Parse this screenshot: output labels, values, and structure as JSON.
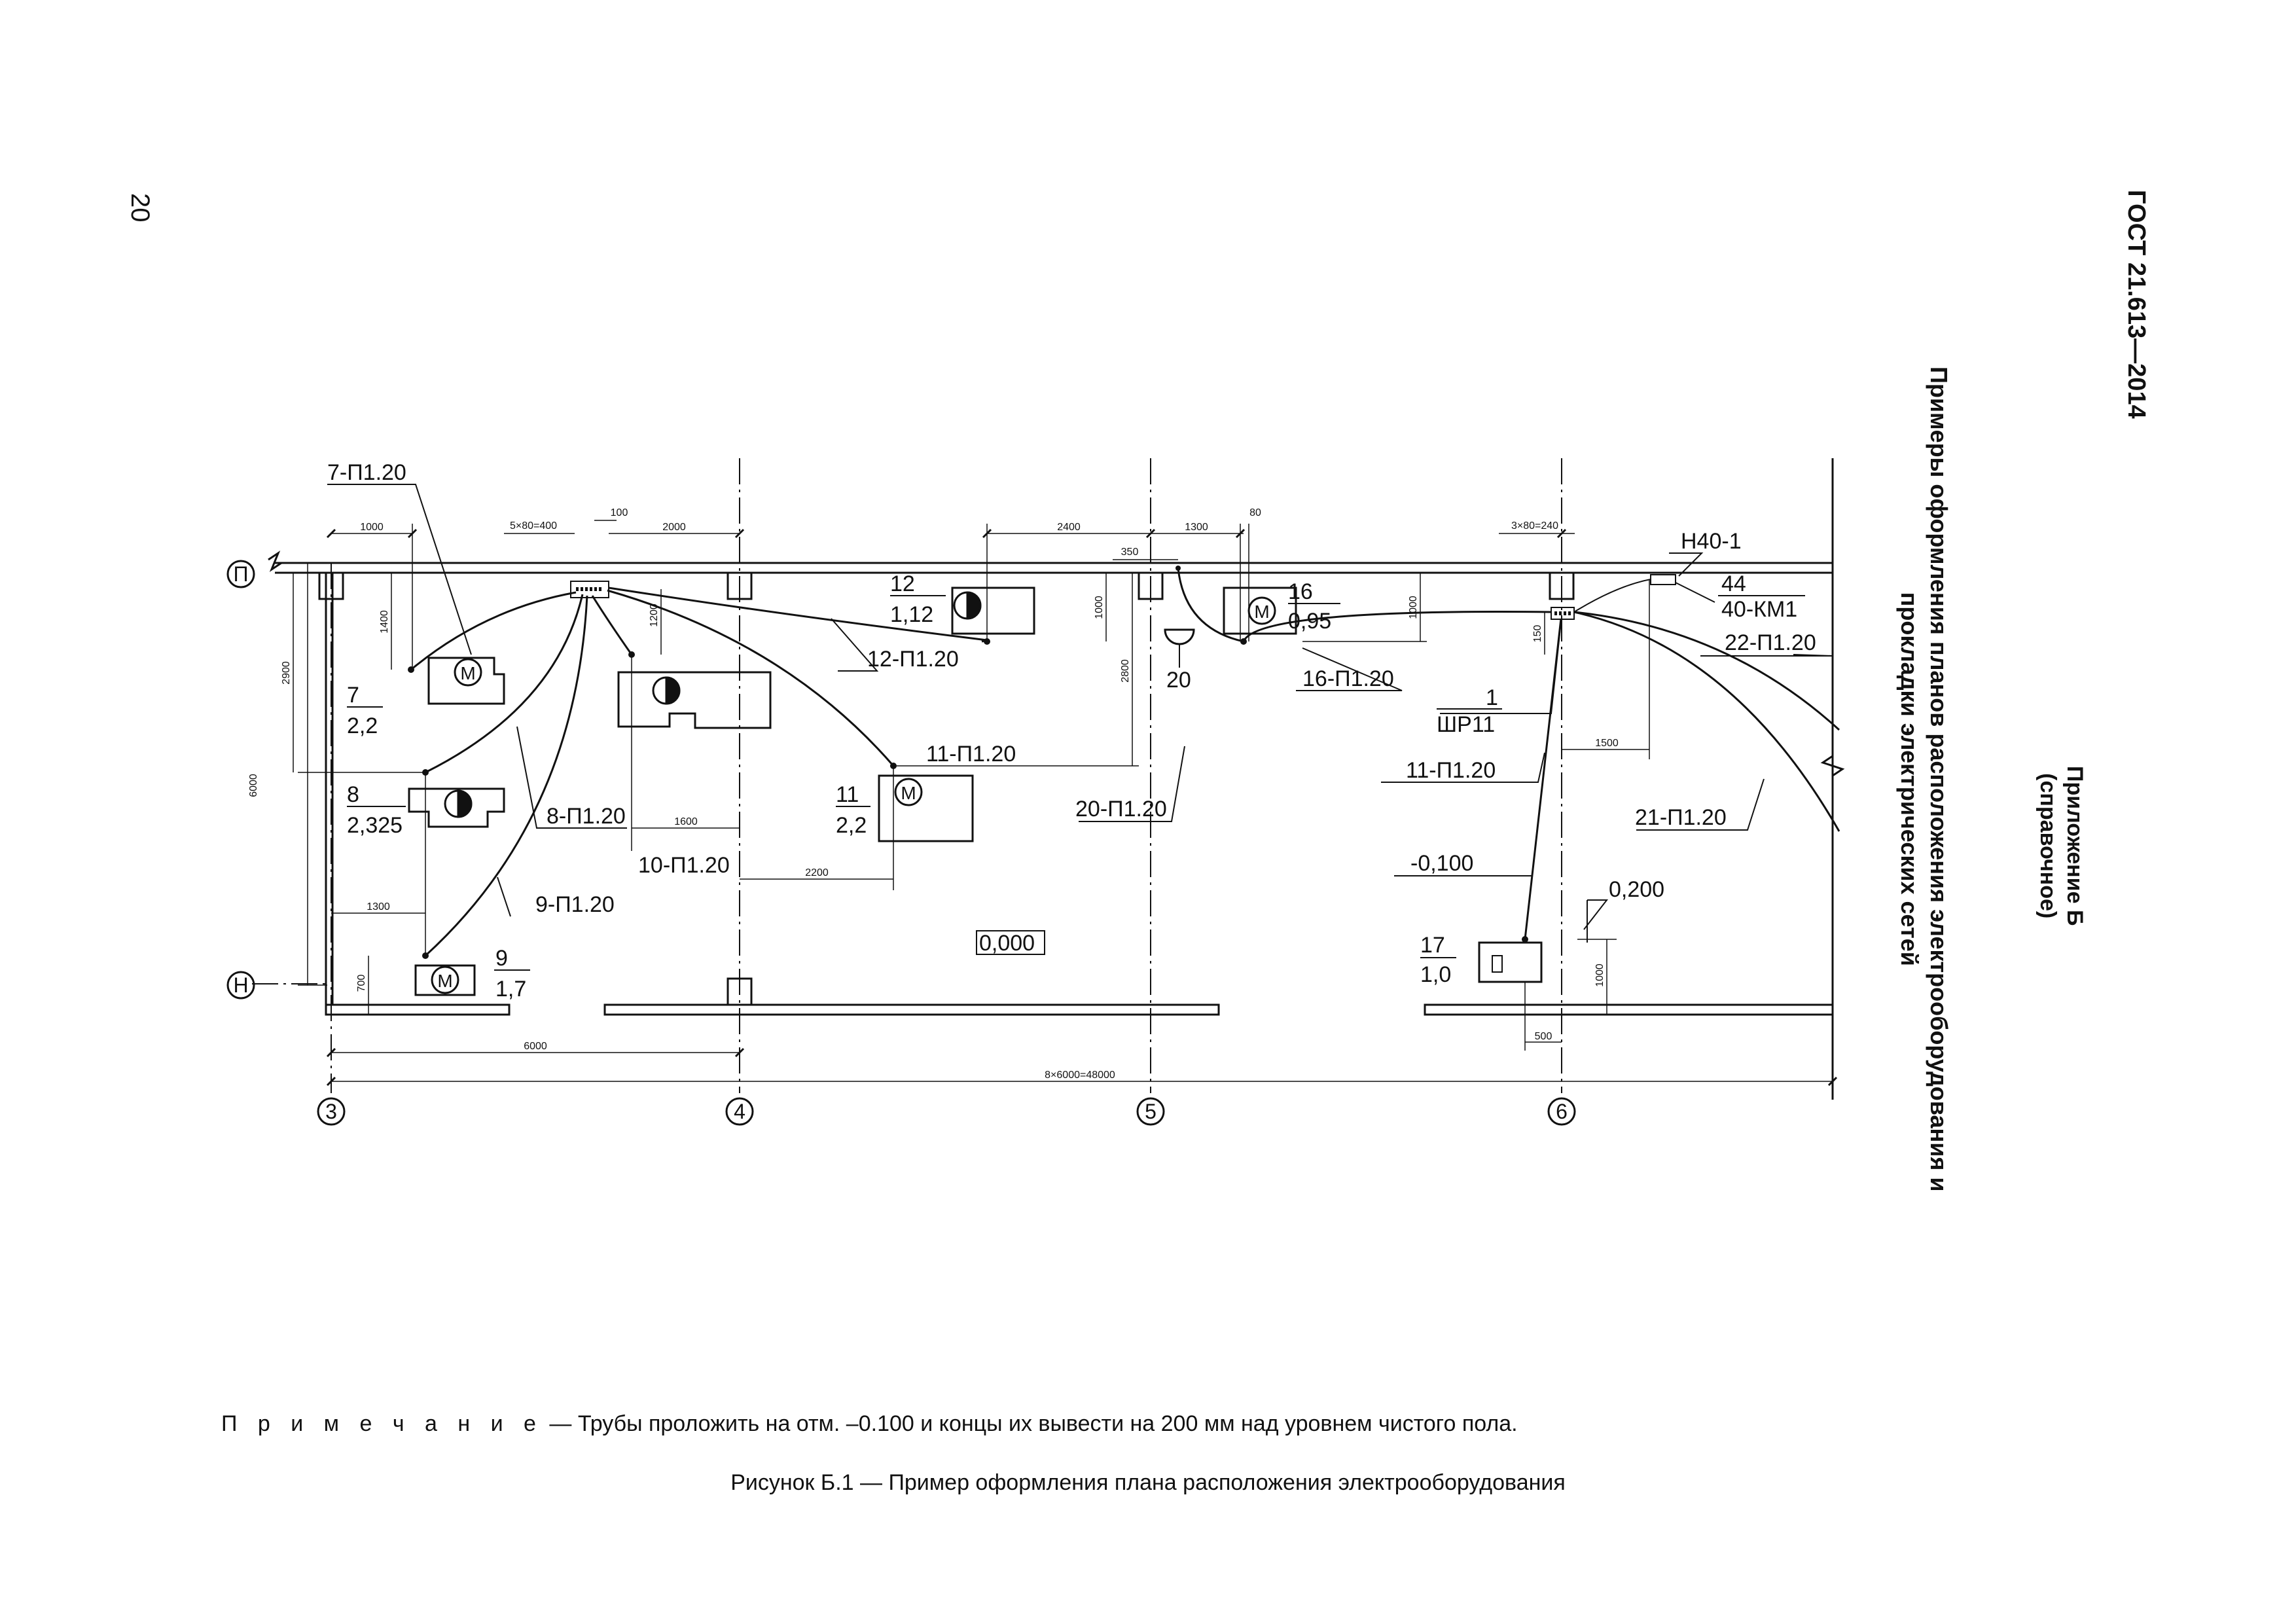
{
  "header": {
    "page_number": "20",
    "standard": "ГОСТ 21.613—2014",
    "appendix_title": "Приложение Б",
    "appendix_note": "(справочное)",
    "section_title_line1": "Примеры оформления планов расположения электрооборудования и",
    "section_title_line2": "прокладки электрических сетей"
  },
  "drawing": {
    "row_axes": [
      "П",
      "Н"
    ],
    "column_axes": [
      "3",
      "4",
      "5",
      "6"
    ],
    "cable_labels": {
      "c7": "7-П1.20",
      "c8": "8-П1.20",
      "c9": "9-П1.20",
      "c10": "10-П1.20",
      "c11a": "11-П1.20",
      "c11b": "11-П1.20",
      "c12": "12-П1.20",
      "c16": "16-П1.20",
      "c20": "20-П1.20",
      "c21": "21-П1.20",
      "c22": "22-П1.20",
      "n40": "Н40-1"
    },
    "equipment": {
      "e7_num": "7",
      "e7_val": "2,2",
      "e8_num": "8",
      "e8_val": "2,325",
      "e9_num": "9",
      "e9_val": "1,7",
      "e11_num": "11",
      "e11_val": "2,2",
      "e12_num": "12",
      "e12_val": "1,12",
      "e16_num": "16",
      "e16_val": "0,95",
      "e17_num": "17",
      "e17_val": "1,0",
      "e20": "20",
      "sh_num": "1",
      "sh_val": "ШР11",
      "km_num": "44",
      "km_val": "40-КМ1",
      "motor_symbol": "М"
    },
    "levels": {
      "floor": "0,000",
      "pipes": "-0,100",
      "outlet": "0,200"
    },
    "dimensions": {
      "d1000a": "1000",
      "d5x80": "5×80=400",
      "d100": "100",
      "d2000": "2000",
      "d2400": "2400",
      "d1300a": "1300",
      "d80": "80",
      "d350": "350",
      "d3x80": "3×80=240",
      "d1400": "1400",
      "d1200": "1200",
      "d1000b": "1000",
      "d1000c": "1000",
      "d150": "150",
      "d2900": "2900",
      "d6000v": "6000",
      "d2800": "2800",
      "d1600": "1600",
      "d2200": "2200",
      "d1300b": "1300",
      "d700": "700",
      "d1500": "1500",
      "d1000d": "1000",
      "d500": "500",
      "d6000h": "6000",
      "d48000": "8×6000=48000"
    }
  },
  "note": {
    "label": "П р и м е ч а н и е",
    "text": " — Трубы проложить на отм. –0.100 и концы их вывести на 200 мм над уровнем чистого пола."
  },
  "caption": "Рисунок Б.1 — Пример оформления плана расположения электрооборудования"
}
